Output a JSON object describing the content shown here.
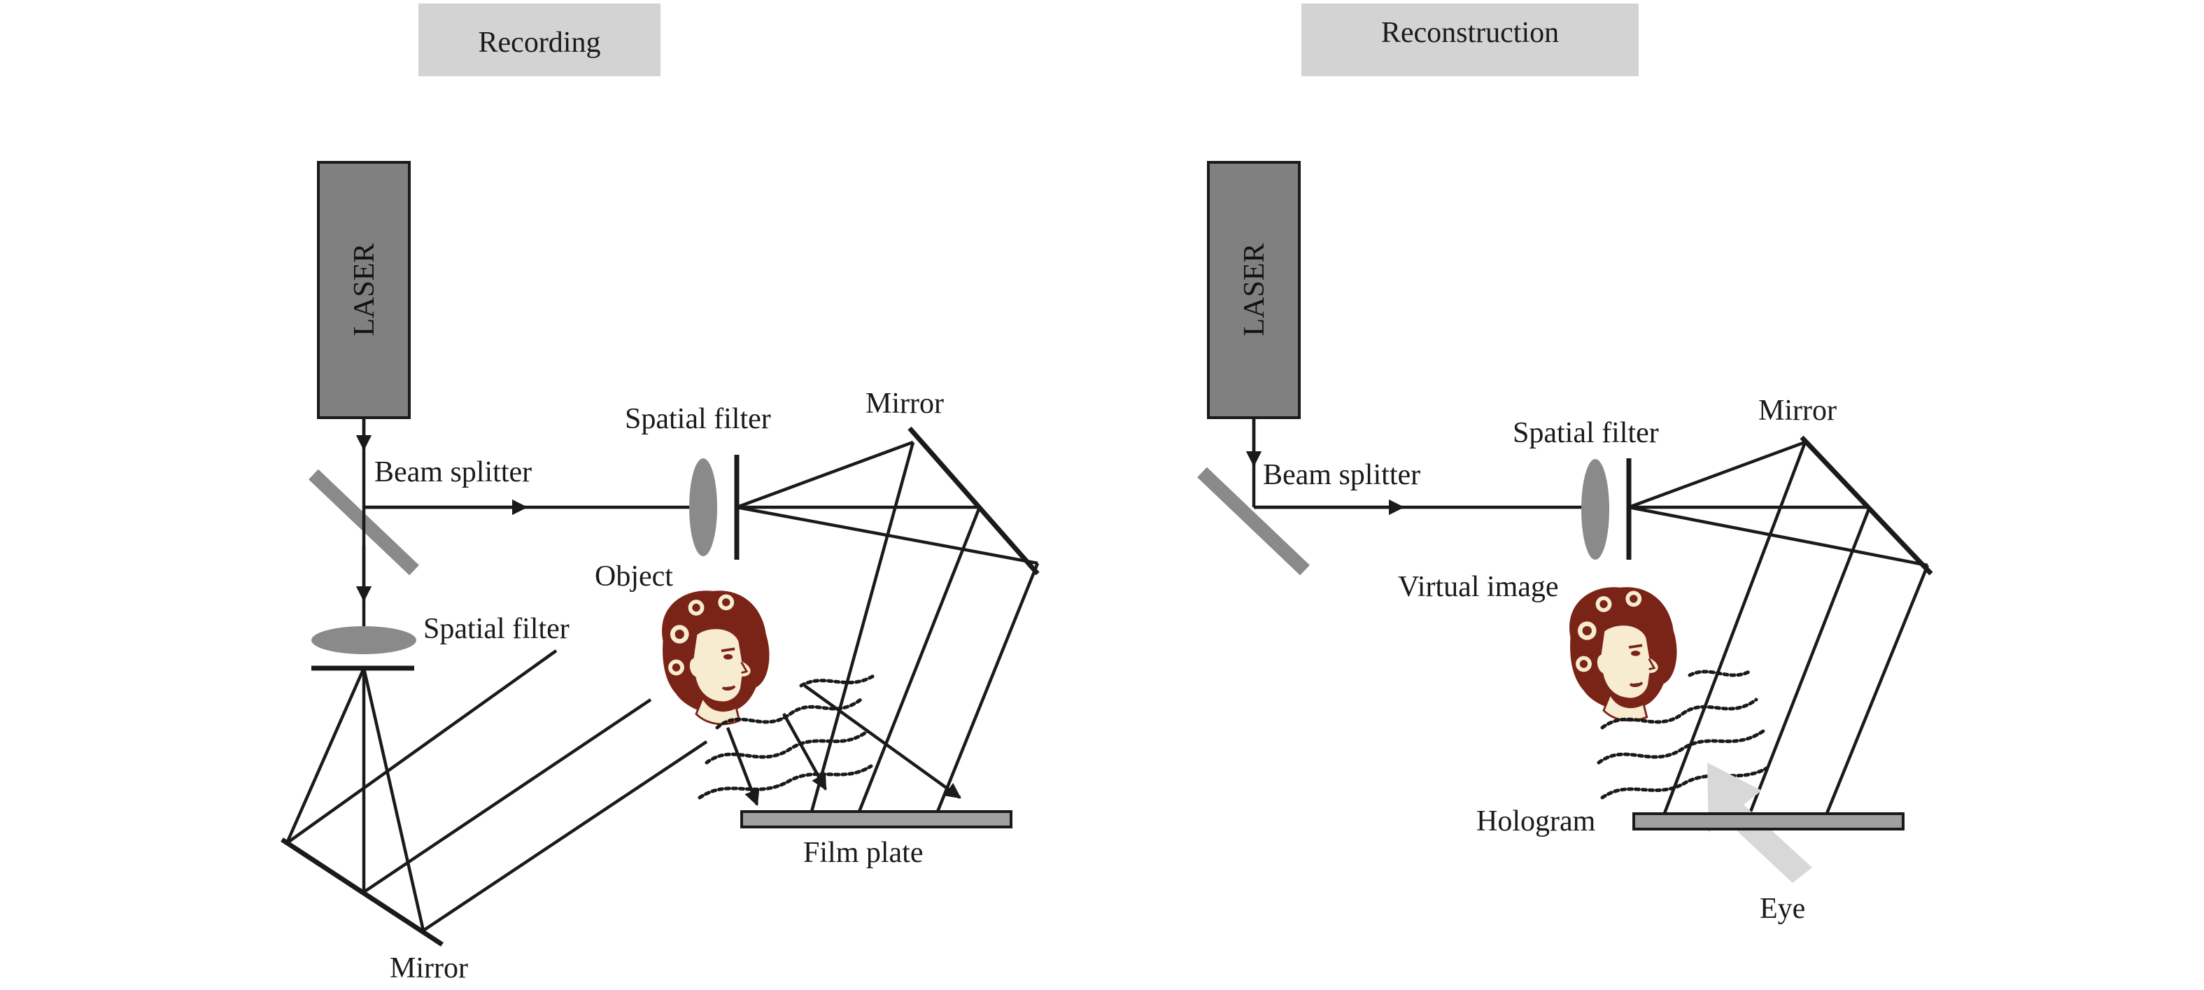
{
  "panels": {
    "recording": {
      "title": "Recording",
      "laser": "LASER",
      "beam_splitter": "Beam splitter",
      "spatial_filter_top": "Spatial filter",
      "mirror_top": "Mirror",
      "object": "Object",
      "spatial_filter_bottom": "Spatial filter",
      "film_plate": "Film plate",
      "mirror_bottom": "Mirror"
    },
    "reconstruction": {
      "title": "Reconstruction",
      "laser": "LASER",
      "beam_splitter": "Beam splitter",
      "spatial_filter": "Spatial filter",
      "mirror": "Mirror",
      "virtual_image": "Virtual image",
      "hologram": "Hologram",
      "eye": "Eye"
    }
  },
  "colors": {
    "title_box": "#d3d3d3",
    "laser_body": "#808080",
    "component_gray": "#8a8a8a",
    "plate_gray": "#a0a0a0",
    "eye_arrow": "#d8d8d8",
    "face_dark": "#7a2418",
    "face_skin": "#f7ecd0"
  }
}
